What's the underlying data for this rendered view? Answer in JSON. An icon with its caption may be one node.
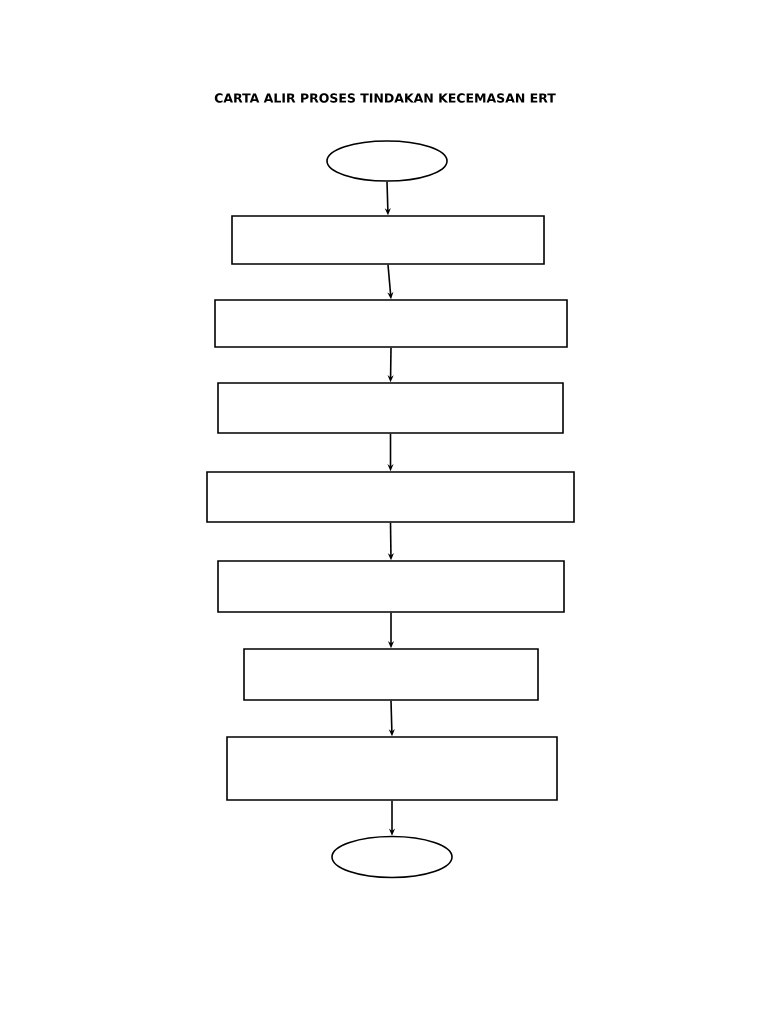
{
  "diagram": {
    "title": "CARTA ALIR PROSES TINDAKAN KECEMASAN ERT",
    "nodes": [
      {
        "text": [],
        "shape": "ellipse"
      },
      {
        "text": [],
        "shape": "box"
      },
      {
        "text": [],
        "shape": "box"
      },
      {
        "text": [],
        "shape": "box"
      },
      {
        "text": [],
        "shape": "box"
      },
      {
        "text": [],
        "shape": "box"
      },
      {
        "text": [],
        "shape": "box"
      },
      {
        "text": [],
        "shape": "box"
      },
      {
        "text": [],
        "shape": "ellipse"
      }
    ],
    "edges": [
      {
        "from": 0,
        "to": 1,
        "arrow": "to"
      },
      {
        "from": 1,
        "to": 2,
        "arrow": "to"
      },
      {
        "from": 2,
        "to": 3,
        "arrow": "to"
      },
      {
        "from": 3,
        "to": 4,
        "arrow": "to"
      },
      {
        "from": 4,
        "to": 5,
        "arrow": "to"
      },
      {
        "from": 5,
        "to": 6,
        "arrow": "to"
      },
      {
        "from": 6,
        "to": 7,
        "arrow": "to"
      },
      {
        "from": 7,
        "to": 8,
        "arrow": "to"
      }
    ]
  }
}
